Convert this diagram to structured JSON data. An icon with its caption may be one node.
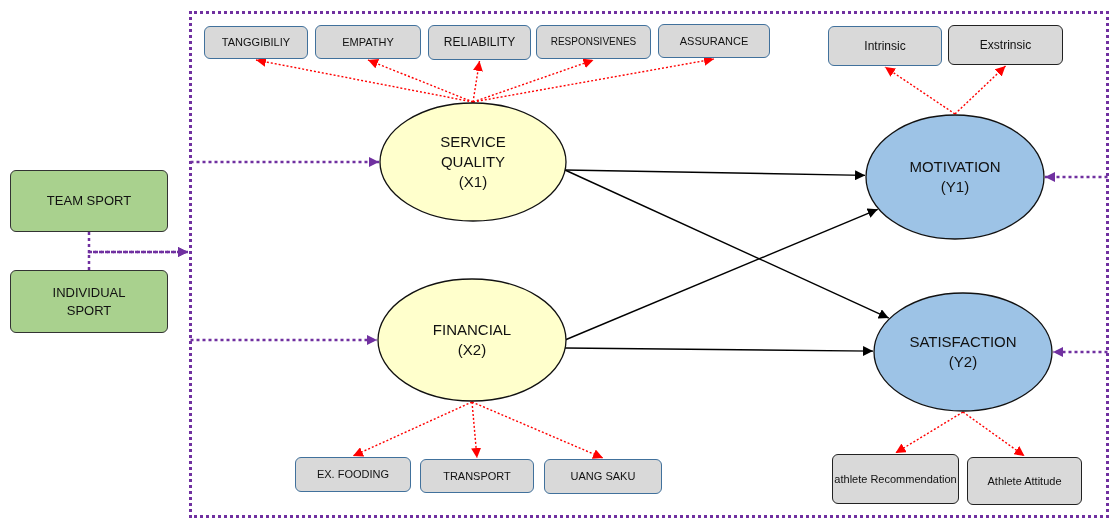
{
  "diagram": {
    "nodes": [
      {
        "text": [
          "TEAM SPORT"
        ]
      },
      {
        "text": [
          "INDIVIDUAL SPORT"
        ]
      },
      {
        "text": [],
        "shape": "box"
      },
      {
        "text": [
          "TANGGIBILIY"
        ],
        "in": 2
      },
      {
        "text": [
          "EMPATHY"
        ],
        "in": 2
      },
      {
        "text": [
          "RELIABILITY"
        ],
        "in": 2
      },
      {
        "text": [
          "RESPONSIVENES"
        ],
        "in": 2
      },
      {
        "text": [
          "ASSURANCE"
        ],
        "in": 2
      },
      {
        "text": [
          "Intrinsic"
        ],
        "in": 2
      },
      {
        "text": [
          "Exstrinsic"
        ],
        "in": 2
      },
      {
        "text": [
          "SERVICE QUALITY (X1)"
        ],
        "in": 2
      },
      {
        "text": [
          "MOTIVATION (Y1)"
        ],
        "in": 2
      },
      {
        "text": [
          "FINANCIAL (X2)"
        ],
        "in": 2
      },
      {
        "text": [
          "SATISFACTION (Y2)"
        ],
        "in": 2
      },
      {
        "text": [
          "EX. FOODING"
        ],
        "in": 2
      },
      {
        "text": [
          "TRANSPORT"
        ],
        "in": 2
      },
      {
        "text": [
          "UANG SAKU"
        ],
        "in": 2
      },
      {
        "text": [
          "athlete Recommendation"
        ],
        "in": 2
      },
      {
        "text": [
          "Athlete Attitude"
        ],
        "in": 2
      }
    ],
    "edges": [
      {
        "from": 10,
        "to": 3,
        "arrow": "to",
        "style": "dashed",
        "color": "#ff0000"
      },
      {
        "from": 10,
        "to": 4,
        "arrow": "to",
        "style": "dashed",
        "color": "#ff0000"
      },
      {
        "from": 10,
        "to": 5,
        "arrow": "to",
        "style": "dashed",
        "color": "#ff0000"
      },
      {
        "from": 10,
        "to": 6,
        "arrow": "to",
        "style": "dashed",
        "color": "#ff0000"
      },
      {
        "from": 10,
        "to": 7,
        "arrow": "to",
        "style": "dashed",
        "color": "#ff0000"
      },
      {
        "from": 11,
        "to": 8,
        "arrow": "to",
        "style": "dashed",
        "color": "#ff0000"
      },
      {
        "from": 11,
        "to": 9,
        "arrow": "to",
        "style": "dashed",
        "color": "#ff0000"
      },
      {
        "from": 10,
        "to": 11,
        "arrow": "to",
        "color": "#000000"
      },
      {
        "from": 10,
        "to": 13,
        "arrow": "to",
        "color": "#000000"
      },
      {
        "from": 12,
        "to": 11,
        "arrow": "to",
        "color": "#000000"
      },
      {
        "from": 12,
        "to": 13,
        "arrow": "to",
        "color": "#000000"
      },
      {
        "from": 12,
        "to": 14,
        "arrow": "to",
        "style": "dashed",
        "color": "#ff0000"
      },
      {
        "from": 12,
        "to": 15,
        "arrow": "to",
        "style": "dashed",
        "color": "#ff0000"
      },
      {
        "from": 12,
        "to": 16,
        "arrow": "to",
        "style": "dashed",
        "color": "#ff0000"
      },
      {
        "from": 13,
        "to": 17,
        "arrow": "to",
        "style": "dashed",
        "color": "#ff0000"
      },
      {
        "from": 13,
        "to": 18,
        "arrow": "to",
        "style": "dashed",
        "color": "#ff0000"
      },
      {
        "from": 0,
        "to": 2,
        "arrow": "to",
        "style": "dashed",
        "color": "#7030a0"
      },
      {
        "from": 1,
        "to": 2,
        "arrow": "to",
        "style": "dashed",
        "color": "#7030a0"
      },
      {
        "from": 2,
        "to": 10,
        "arrow": "to",
        "style": "dashed",
        "color": "#7030a0"
      },
      {
        "from": 2,
        "to": 12,
        "arrow": "to",
        "style": "dashed",
        "color": "#7030a0"
      },
      {
        "from": 2,
        "to": 11,
        "arrow": "to",
        "style": "dashed",
        "color": "#7030a0"
      },
      {
        "from": 2,
        "to": 13,
        "arrow": "to",
        "style": "dashed",
        "color": "#7030a0"
      }
    ]
  }
}
